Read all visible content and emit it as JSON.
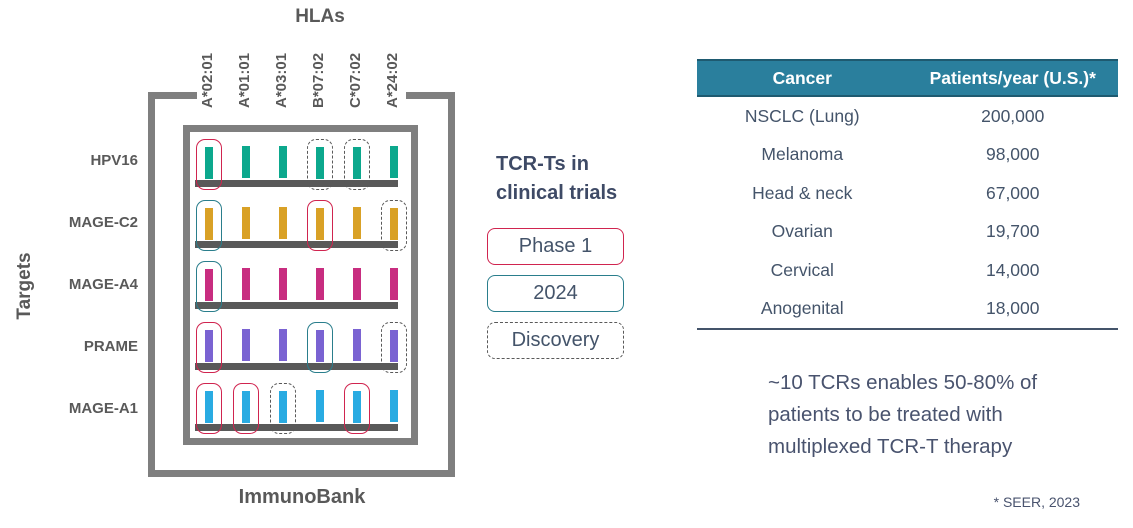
{
  "figure": {
    "hlas_title": "HLAs",
    "targets_axis_label": "Targets",
    "bank_label": "ImmunoBank",
    "hla_columns": [
      "A*02:01",
      "A*01:01",
      "A*03:01",
      "B*07:02",
      "C*07:02",
      "A*24:02"
    ],
    "rows": [
      {
        "target": "HPV16",
        "bar_color": "#0CA88D",
        "boxes": [
          "phase1",
          null,
          null,
          "discovery",
          "discovery",
          null
        ]
      },
      {
        "target": "MAGE-C2",
        "bar_color": "#D9A126",
        "boxes": [
          "y2024",
          null,
          null,
          "phase1",
          null,
          "discovery"
        ]
      },
      {
        "target": "MAGE-A4",
        "bar_color": "#C82D80",
        "boxes": [
          "y2024",
          null,
          null,
          null,
          null,
          null
        ]
      },
      {
        "target": "PRAME",
        "bar_color": "#7A63D2",
        "boxes": [
          "phase1",
          null,
          null,
          "y2024",
          null,
          "discovery"
        ]
      },
      {
        "target": "MAGE-A1",
        "bar_color": "#29ABE2",
        "boxes": [
          "phase1",
          "phase1",
          "discovery",
          null,
          "phase1",
          null
        ]
      }
    ]
  },
  "legend": {
    "title_lines": [
      "TCR-Ts in",
      "clinical trials"
    ],
    "items": [
      {
        "label": "Phase 1",
        "style": "phase1",
        "border_color": "#D0244F",
        "border_style": "solid"
      },
      {
        "label": "2024",
        "style": "y2024",
        "border_color": "#2A7E8C",
        "border_style": "solid"
      },
      {
        "label": "Discovery",
        "style": "discovery",
        "border_color": "#595959",
        "border_style": "dashed"
      }
    ]
  },
  "table": {
    "header": [
      "Cancer",
      "Patients/year (U.S.)*"
    ],
    "rows": [
      {
        "cancer": "NSCLC (Lung)",
        "patients_per_year": "200,000"
      },
      {
        "cancer": "Melanoma",
        "patients_per_year": "98,000"
      },
      {
        "cancer": "Head & neck",
        "patients_per_year": "67,000"
      },
      {
        "cancer": "Ovarian",
        "patients_per_year": "19,700"
      },
      {
        "cancer": "Cervical",
        "patients_per_year": "14,000"
      },
      {
        "cancer": "Anogenital",
        "patients_per_year": "18,000"
      }
    ]
  },
  "callout_lines": [
    "~10 TCRs enables 50-80% of",
    "patients to be treated with",
    "multiplexed TCR-T therapy"
  ],
  "footnote": "* SEER, 2023",
  "colors": {
    "frame_gray": "#7F7F7F",
    "shelf_gray": "#595959",
    "label_gray": "#595959",
    "slate_text": "#44546A",
    "table_header_bg": "#2A7F9D",
    "table_header_border": "#1E5A70",
    "phase1_red": "#D0244F",
    "y2024_teal": "#2A7E8C",
    "discovery_dash": "#595959"
  }
}
